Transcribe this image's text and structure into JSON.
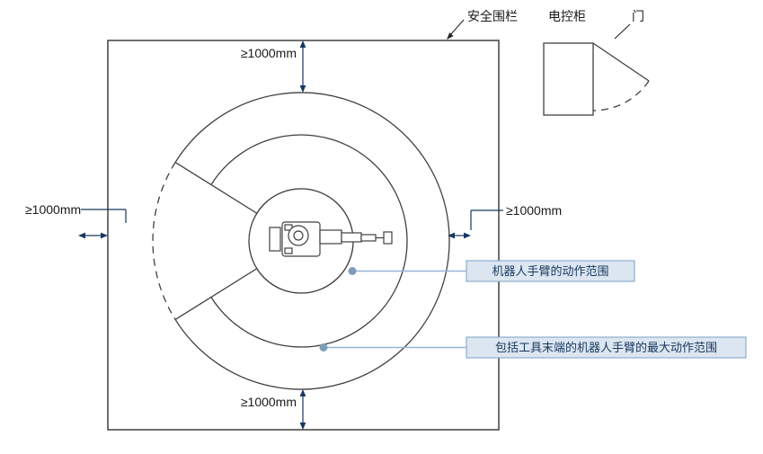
{
  "diagram": {
    "fence_label": "安全围栏",
    "cabinet_label": "电控柜",
    "door_label": "门",
    "dims": {
      "top": "≥1000mm",
      "bottom": "≥1000mm",
      "left": "≥1000mm",
      "right": "≥1000mm"
    },
    "callouts": {
      "arm_range": "机器人手臂的动作范围",
      "max_range": "包括工具末端的机器人手臂的最大动作范围"
    },
    "colors": {
      "outline": "#404040",
      "dimension": "#17375e",
      "arm_range_fill": "#d9d9d9",
      "callout_fill": "#dce6f1",
      "callout_border": "#7ba0c4",
      "leader_line": "#95b3d7",
      "marker_dot": "#7f9db9",
      "text": "#1a1a1a"
    }
  }
}
